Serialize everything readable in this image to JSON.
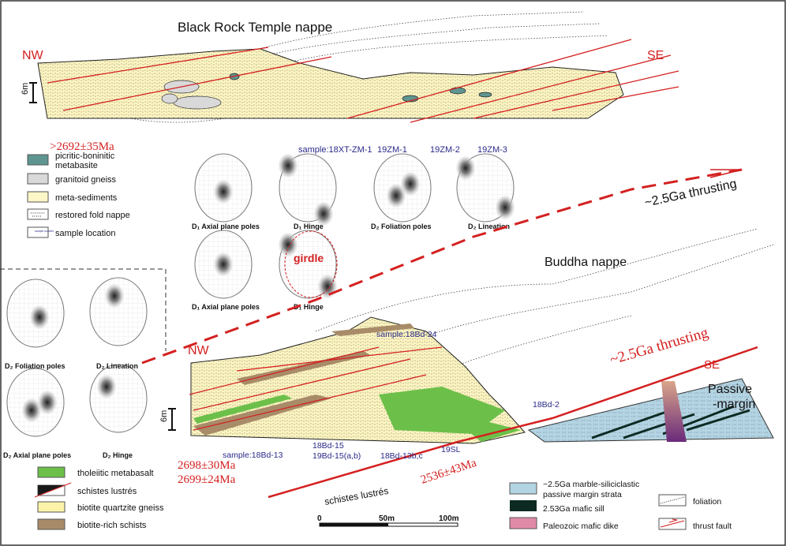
{
  "upper": {
    "title": "Black Rock Temple nappe",
    "nw": "NW",
    "se": "SE",
    "scale": "6m",
    "samples": [
      "sample:18XT-ZM-1",
      "19ZM-1",
      "19ZM-2",
      "19ZM-3"
    ],
    "age": ">2692±35Ma"
  },
  "legend_top": [
    {
      "label": "picritic-boninitic",
      "label2": "metabasite",
      "color": "#5f9590"
    },
    {
      "label": "granitoid gneiss",
      "color": "#d9d9d9"
    },
    {
      "label": "meta-sediments",
      "color": "#fdf7c8"
    },
    {
      "label": "restored fold nappe",
      "color": "#ffffff"
    },
    {
      "label": "sample location",
      "icon_text": "sample number",
      "color": "#ffffff"
    }
  ],
  "stereonets": {
    "d1_axial": "D₁ Axial plane poles",
    "d1_hinge": "D₁ Hinge",
    "d2_foliation": "D₂ Foliation poles",
    "d2_lineation": "D₂ Lineation",
    "d1_axial_b": "D₁ Axial plane poles",
    "d1_hinge_b": "D₁ Hinge",
    "girdle": "girdle",
    "left_foliation": "D₂ Foliation poles",
    "left_lineation": "D₂ Lineation",
    "left_axial": "D₂ Axial plane poles",
    "left_hinge": "D₂ Hinge"
  },
  "middle": {
    "thrusting_upper": "~2.5Ga thrusting",
    "buddha": "Buddha nappe"
  },
  "lower": {
    "nw": "NW",
    "se": "SE",
    "scale": "6m",
    "thrusting": "~2.5Ga thrusting",
    "passive1": "Passive",
    "passive2": "-margin",
    "samples": {
      "s24": "sample:18Bd-24",
      "s2": "18Bd-2",
      "s13": "sample:18Bd-13",
      "s15": "18Bd-15",
      "s15ab": "19Bd-15(a,b)",
      "s13bc": "18Bd-13b,c",
      "sl": "19SL"
    },
    "ages": [
      "2698±30Ma",
      "2699±24Ma",
      "2536±43Ma"
    ],
    "schistes": "schistes lustrés"
  },
  "legend_bottom_left": [
    {
      "label": "tholeiitic metabasalt",
      "color": "#6cc04a"
    },
    {
      "label": "schistes lustrés",
      "color": "#1a1a1a"
    },
    {
      "label": "biotite quartzite gneiss",
      "color": "#fdf3a8"
    },
    {
      "label": "biotite-rich schists",
      "color": "#a88b68"
    }
  ],
  "legend_bottom_right": [
    {
      "label": "~2.5Ga marble-siliciclastic",
      "label2": "passive margin strata",
      "color": "#b3d4e2"
    },
    {
      "label": "2.53Ga mafic sill",
      "color": "#0c2a22"
    },
    {
      "label": "Paleozoic mafic dike",
      "color": "#e08aa8"
    },
    {
      "label": "foliation"
    },
    {
      "label": "thrust fault"
    }
  ],
  "scalebar": {
    "labels": [
      "0",
      "50m",
      "100m"
    ]
  }
}
